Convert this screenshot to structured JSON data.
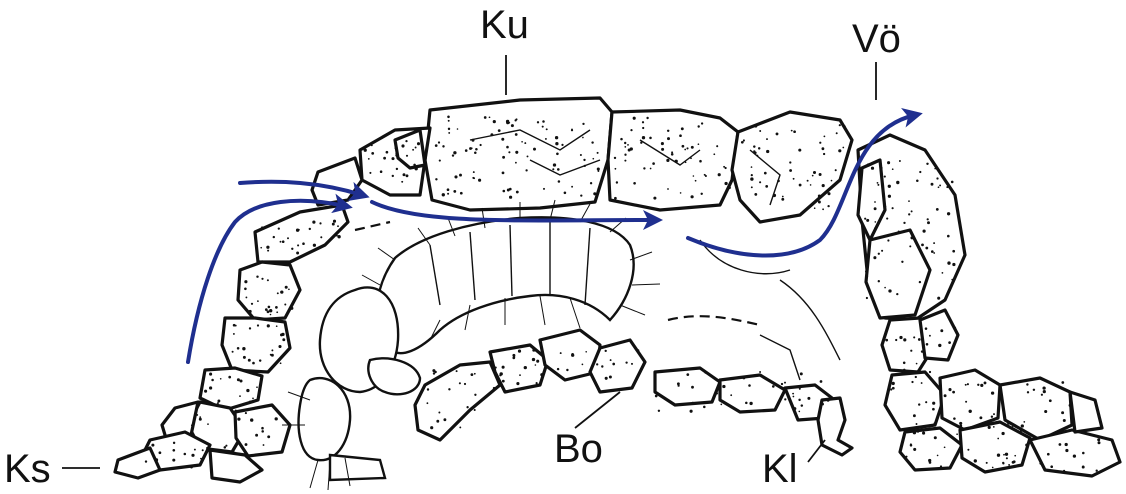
{
  "labels": {
    "ku": "Ku",
    "vo": "Vö",
    "ks": "Ks",
    "bo": "Bo",
    "kl": "Kl"
  },
  "colors": {
    "flow_arrow": "#1f2f8f",
    "ink": "#111111",
    "background": "#ffffff"
  }
}
